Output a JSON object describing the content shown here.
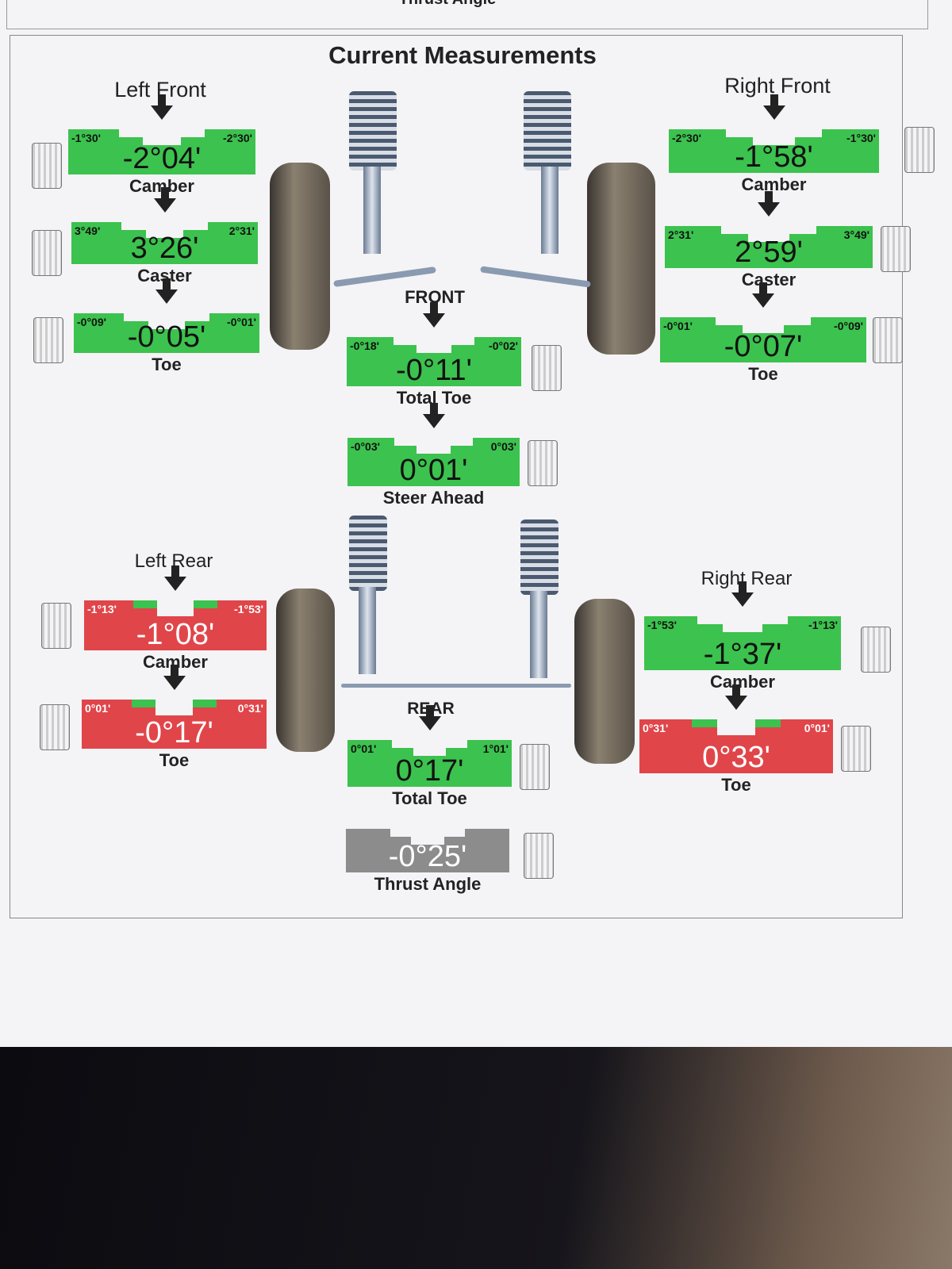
{
  "top_cut_label": "Thrust Angle",
  "title": "Current Measurements",
  "sections": {
    "left_front": "Left Front",
    "right_front": "Right Front",
    "front": "FRONT",
    "left_rear": "Left Rear",
    "right_rear": "Right Rear",
    "rear": "REAR"
  },
  "colors": {
    "in_spec": "#3cc24e",
    "out_of_spec": "#e0454a",
    "neutral": "#8c8c8c"
  },
  "gauges": [
    {
      "id": "lf-camber",
      "label": "Camber",
      "min": "-1°30'",
      "max": "-2°30'",
      "value": "-2°04'",
      "status": "in_spec"
    },
    {
      "id": "lf-caster",
      "label": "Caster",
      "min": "3°49'",
      "max": "2°31'",
      "value": "3°26'",
      "status": "in_spec"
    },
    {
      "id": "lf-toe",
      "label": "Toe",
      "min": "-0°09'",
      "max": "-0°01'",
      "value": "-0°05'",
      "status": "in_spec"
    },
    {
      "id": "rf-camber",
      "label": "Camber",
      "min": "-2°30'",
      "max": "-1°30'",
      "value": "-1°58'",
      "status": "in_spec"
    },
    {
      "id": "rf-caster",
      "label": "Caster",
      "min": "2°31'",
      "max": "3°49'",
      "value": "2°59'",
      "status": "in_spec"
    },
    {
      "id": "rf-toe",
      "label": "Toe",
      "min": "-0°01'",
      "max": "-0°09'",
      "value": "-0°07'",
      "status": "in_spec"
    },
    {
      "id": "front-total-toe",
      "label": "Total Toe",
      "min": "-0°18'",
      "max": "-0°02'",
      "value": "-0°11'",
      "status": "in_spec"
    },
    {
      "id": "steer-ahead",
      "label": "Steer Ahead",
      "min": "-0°03'",
      "max": "0°03'",
      "value": "0°01'",
      "status": "in_spec"
    },
    {
      "id": "lr-camber",
      "label": "Camber",
      "min": "-1°13'",
      "max": "-1°53'",
      "value": "-1°08'",
      "status": "out_of_spec"
    },
    {
      "id": "lr-toe",
      "label": "Toe",
      "min": "0°01'",
      "max": "0°31'",
      "value": "-0°17'",
      "status": "out_of_spec"
    },
    {
      "id": "rr-camber",
      "label": "Camber",
      "min": "-1°53'",
      "max": "-1°13'",
      "value": "-1°37'",
      "status": "in_spec"
    },
    {
      "id": "rr-toe",
      "label": "Toe",
      "min": "0°31'",
      "max": "0°01'",
      "value": "0°33'",
      "status": "out_of_spec"
    },
    {
      "id": "rear-total-toe",
      "label": "Total Toe",
      "min": "0°01'",
      "max": "1°01'",
      "value": "0°17'",
      "status": "in_spec"
    },
    {
      "id": "thrust-angle",
      "label": "Thrust Angle",
      "min": "",
      "max": "",
      "value": "-0°25'",
      "status": "neutral"
    }
  ]
}
